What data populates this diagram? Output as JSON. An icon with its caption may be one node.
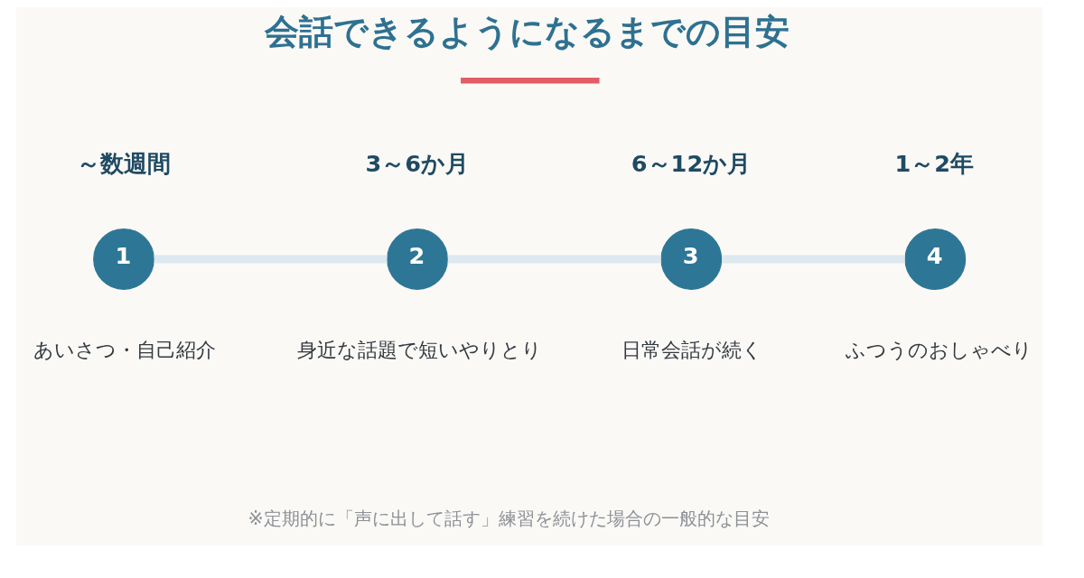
{
  "diagram": {
    "title": "会話できるようになるまでの目安",
    "caption": "※定期的に「声に出して話す」練習を続けた場合の一般的な目安",
    "nodes": [
      {
        "text": [
          "1"
        ],
        "beside": [
          "～数週間",
          "あいさつ・自己紹介"
        ]
      },
      {
        "text": [
          "2"
        ],
        "beside": [
          "3～6か月",
          "身近な話題で短いやりとり"
        ]
      },
      {
        "text": [
          "3"
        ],
        "beside": [
          "6～12か月",
          "日常会話が続く"
        ]
      },
      {
        "text": [
          "4"
        ],
        "beside": [
          "1～2年",
          "ふつうのおしゃべり"
        ]
      }
    ],
    "edges": [
      {
        "from": 0,
        "to": 1,
        "arrow": "none"
      },
      {
        "from": 1,
        "to": 2,
        "arrow": "none"
      },
      {
        "from": 2,
        "to": 3,
        "arrow": "none"
      }
    ]
  }
}
